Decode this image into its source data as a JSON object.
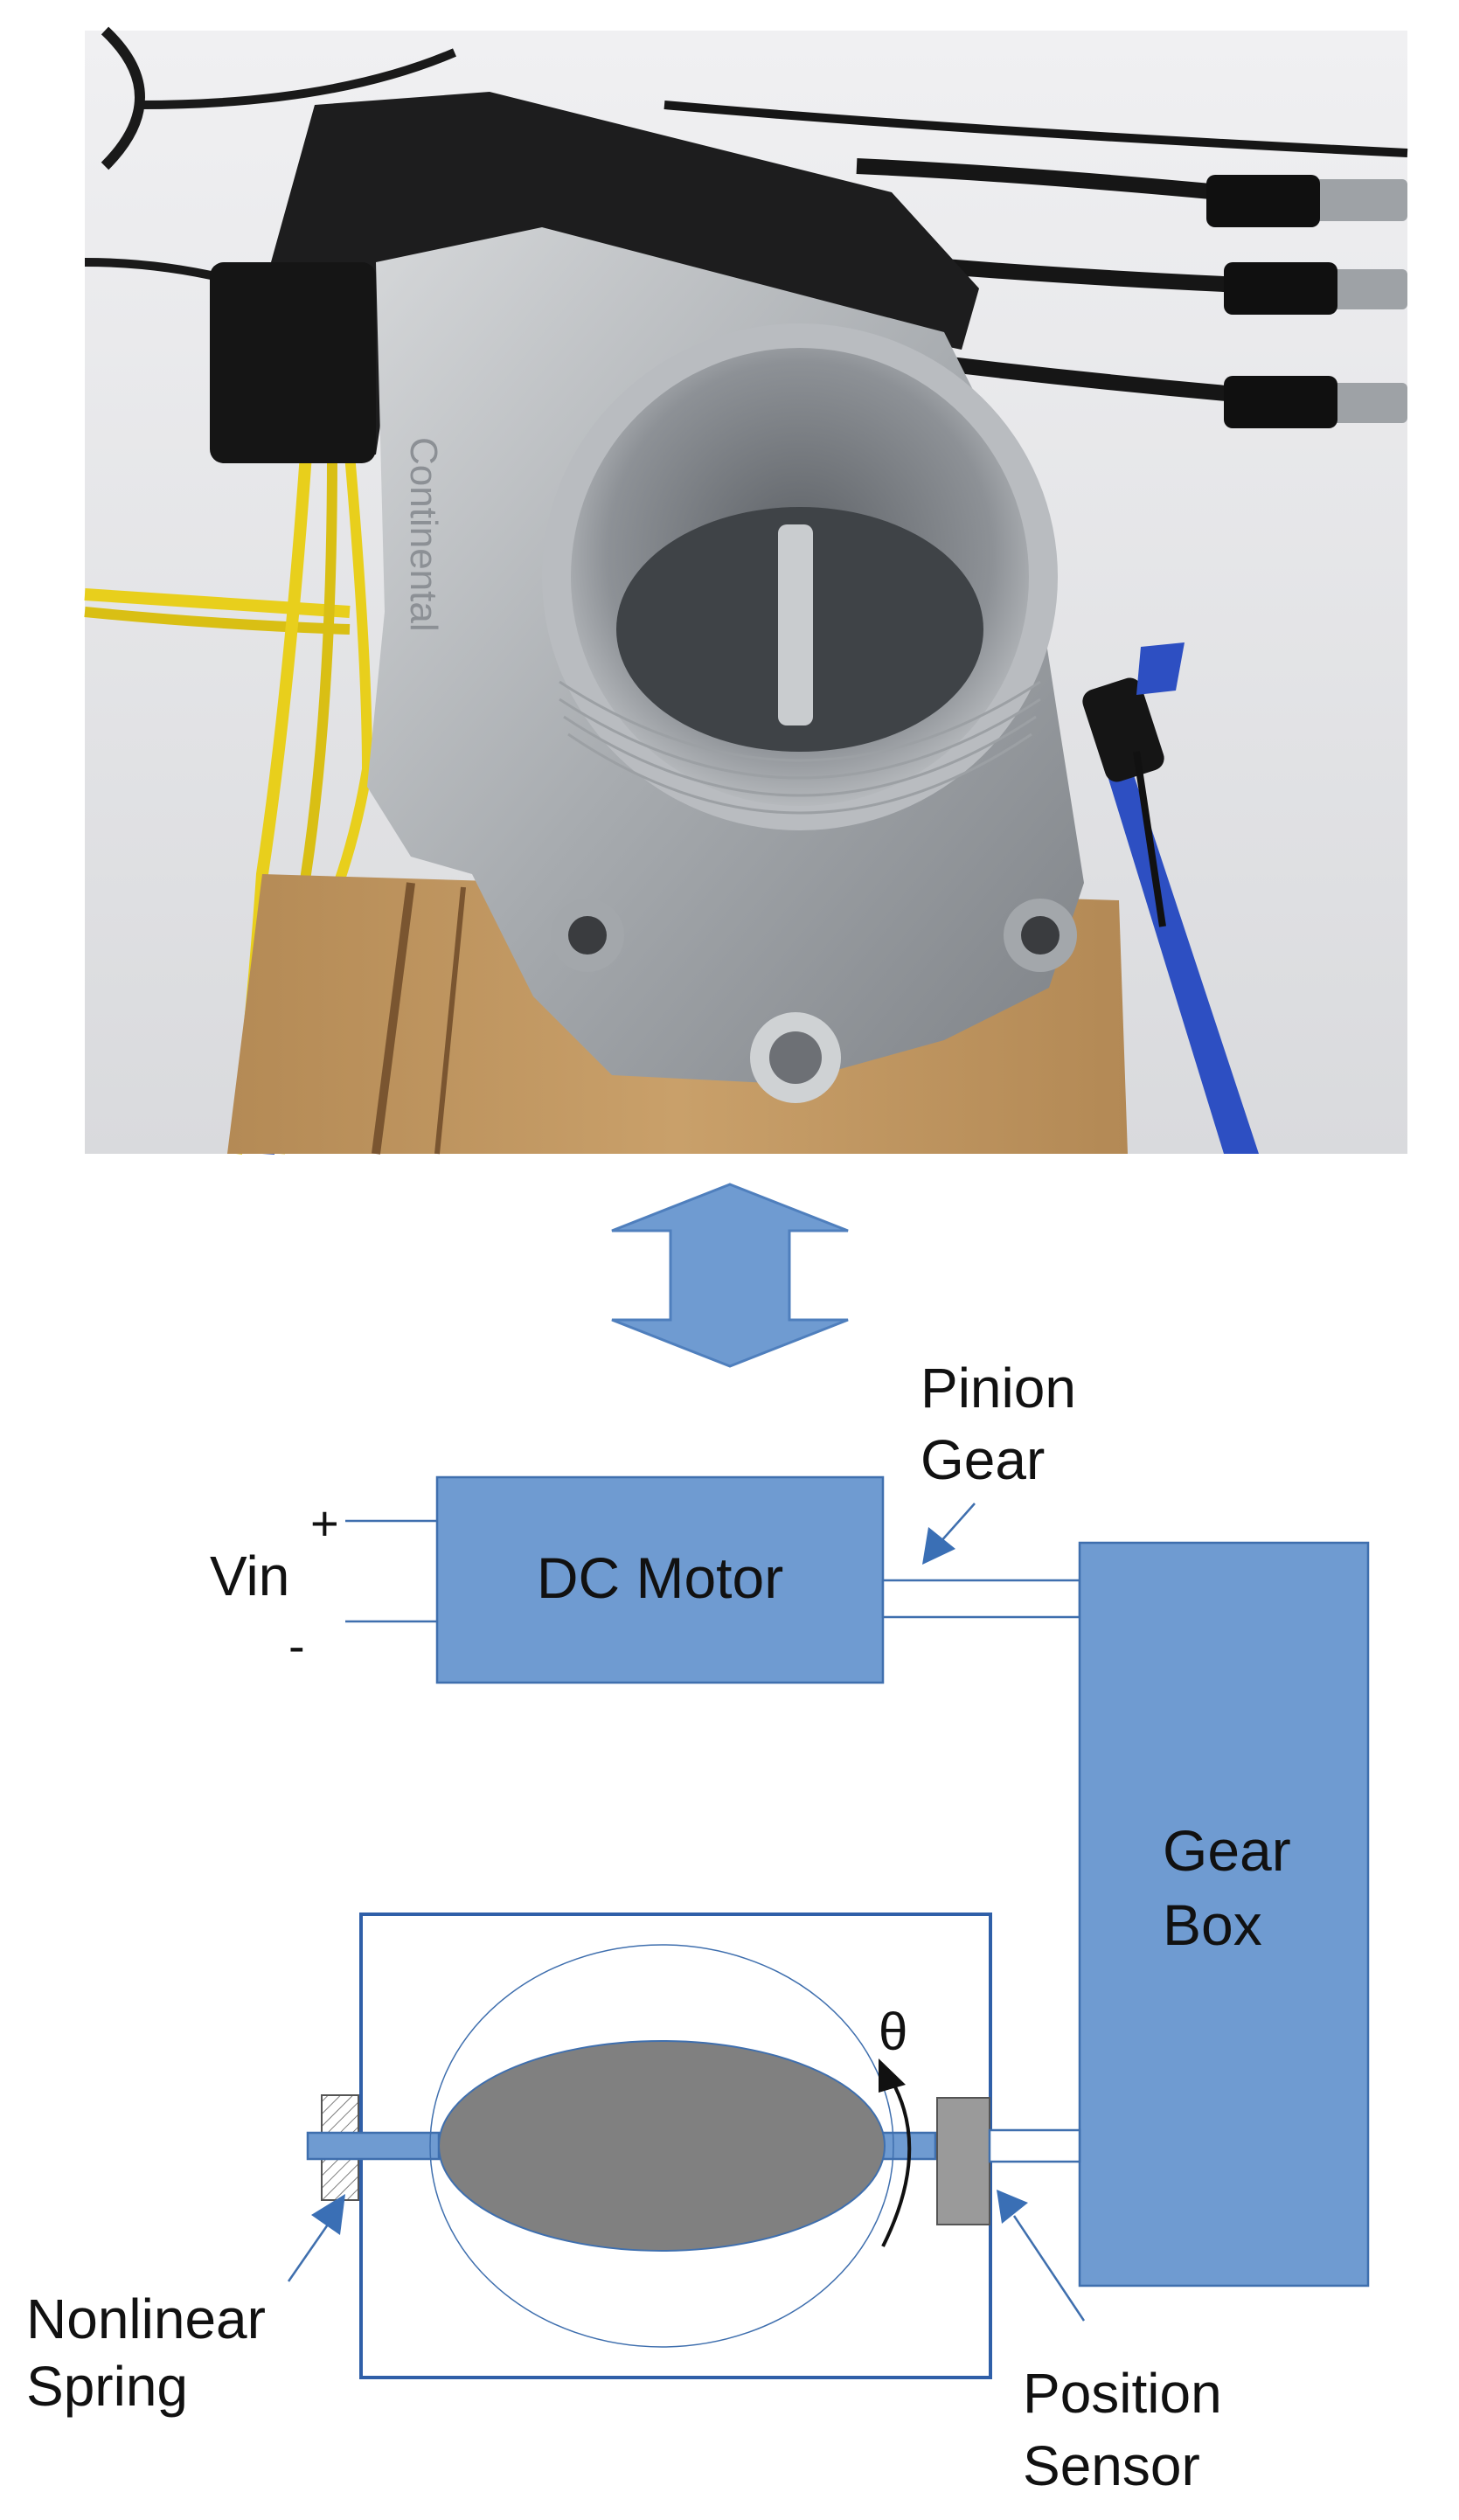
{
  "photo": {
    "subject": "electronic throttle body photograph",
    "housing_text": "Continental"
  },
  "labels": {
    "vin": "Vin",
    "plus": "+",
    "minus": "-",
    "dc_motor": "DC Motor",
    "pinion_gear_line1": "Pinion",
    "pinion_gear_line2": "Gear",
    "gear_box_line1": "Gear",
    "gear_box_line2": "Box",
    "theta": "θ",
    "nonlinear_spring_line1": "Nonlinear",
    "nonlinear_spring_line2": "Spring",
    "position_sensor_line1": "Position",
    "position_sensor_line2": "Sensor"
  },
  "colors": {
    "block_fill": "#6f9bd1",
    "block_stroke": "#3f6fae",
    "plate_fill": "#808080",
    "frame_stroke": "#2f5fa8",
    "sensor_fill": "#9a9a9a",
    "arrow_blue": "#3a6fb5"
  },
  "icons": {
    "double_arrow": "double-vertical-arrow-icon",
    "pointer_arrow": "pointer-arrow-icon",
    "rotation_arrow": "rotation-arrow-icon"
  }
}
